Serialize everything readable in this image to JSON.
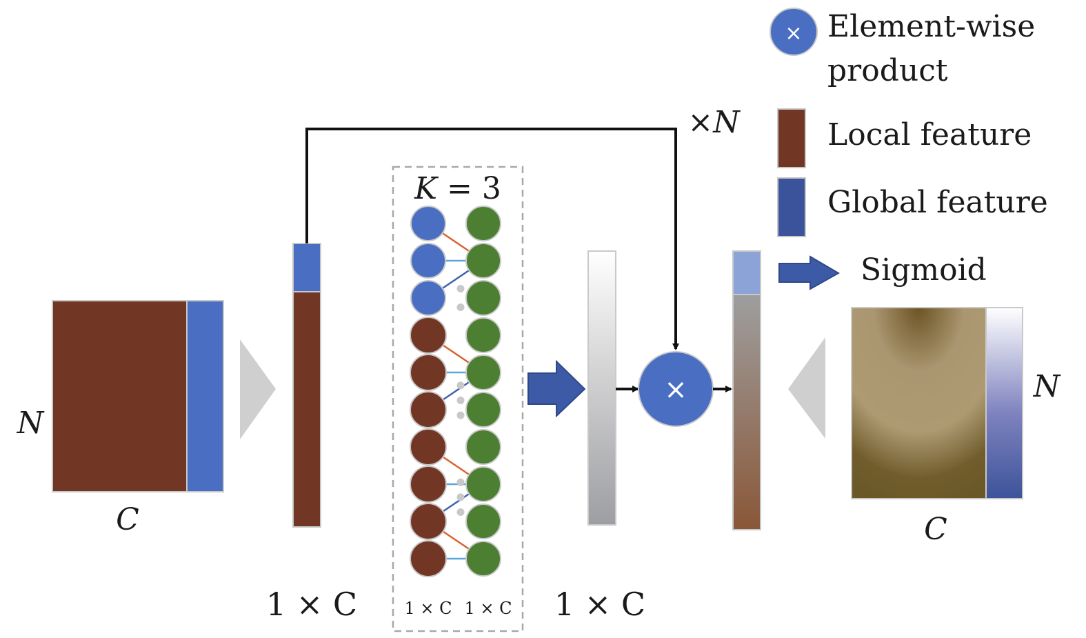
{
  "legend": {
    "elementwise": "Element-wise product",
    "elementwise_line1": "Element-wise",
    "elementwise_line2": "product",
    "local": "Local feature",
    "global": "Global feature",
    "sigmoid": "Sigmoid"
  },
  "labels": {
    "input_rows": "N",
    "input_cols": "C",
    "vec1_size": "1 × C",
    "kernel": "K = 3",
    "conv_in_size": "1 × C",
    "conv_out_size": "1 × C",
    "vec2_size": "1 × C",
    "repeat": "×N",
    "output_rows": "N",
    "output_cols": "C",
    "product_symbol": "×"
  },
  "conv": {
    "input_nodes": [
      "global",
      "global",
      "global",
      "local",
      "local",
      "local",
      "local",
      "local",
      "local",
      "local"
    ],
    "output_nodes": 10
  },
  "colors": {
    "local": "#723624",
    "global": "#4a6ec1",
    "global_dark": "#3b539a",
    "conv_out": "#4d7f33",
    "edge_orange": "#d9632e",
    "edge_lightblue": "#5aa6d8",
    "edge_blue": "#3d62b0",
    "arrow": "#111111",
    "gray": "#c8c8c8"
  }
}
